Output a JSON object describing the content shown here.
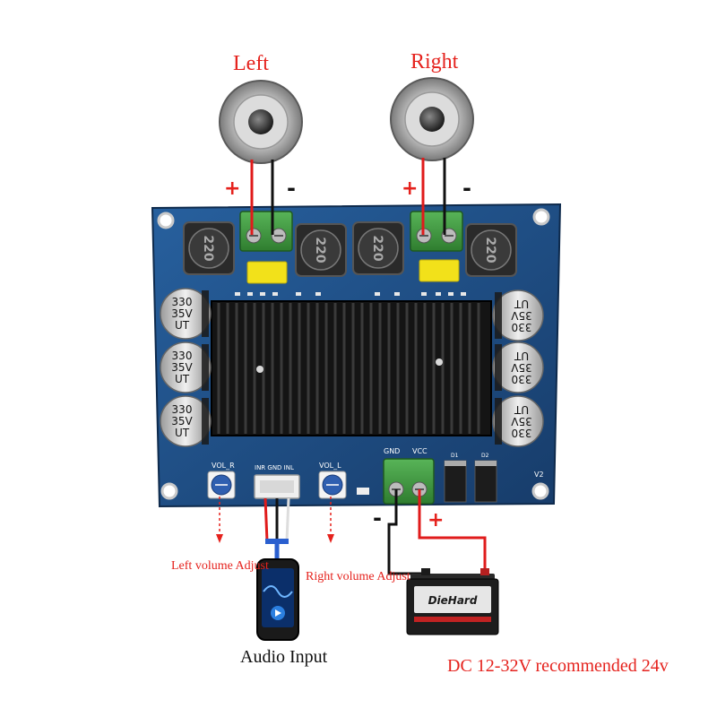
{
  "labels": {
    "left": "Left",
    "right": "Right",
    "left_volume": "Left volume Adjust",
    "right_volume": "Right volume Adjust",
    "audio_input": "Audio Input",
    "dc_supply": "DC 12-32V recommended 24v"
  },
  "signs": {
    "plus": "+",
    "minus": "-"
  },
  "board": {
    "inductor_text": "220",
    "capacitor_lines": [
      "330",
      "35V",
      "UT"
    ],
    "silk": {
      "vol_r": "VOL_R",
      "vol_l": "VOL_L",
      "gnd": "GND",
      "vcc": "VCC",
      "audio_pins": "INR GND INL",
      "version": "V2",
      "d1": "D1",
      "d2": "D2"
    }
  },
  "battery": {
    "brand": "DieHard"
  },
  "colors": {
    "label_red": "#e5221d",
    "board_blue": "#1f4f86",
    "terminal_green": "#3f9c3f",
    "heatsink": "#1a1a1a",
    "wire_red": "#e01b1b",
    "wire_black": "#111111"
  }
}
